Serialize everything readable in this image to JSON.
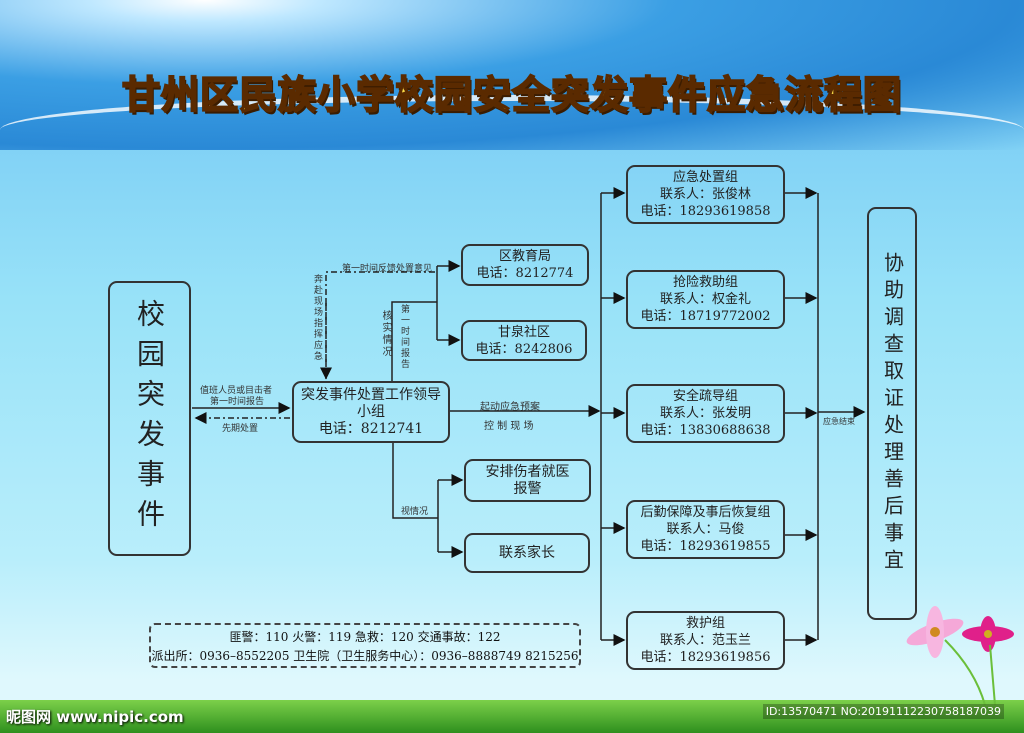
{
  "title": "甘州区民族小学校园安全突发事件应急流程图",
  "event_box": "校园突发事件",
  "leader": {
    "line1": "突发事件处置工作领导",
    "line2": "小组",
    "phone": "电话：8212741"
  },
  "edu": {
    "name": "区教育局",
    "phone": "电话：8212774"
  },
  "community": {
    "name": "甘泉社区",
    "phone": "电话：8242806"
  },
  "injured": {
    "line1": "安排伤者就医",
    "line2": "报警"
  },
  "parents": "联系家长",
  "groups": [
    {
      "name": "应急处置组",
      "contact": "联系人：张俊林",
      "phone": "电话：18293619858"
    },
    {
      "name": "抢险救助组",
      "contact": "联系人：权金礼",
      "phone": "电话：18719772002"
    },
    {
      "name": "安全疏导组",
      "contact": "联系人：张发明",
      "phone": "电话：13830688638"
    },
    {
      "name": "后勤保障及事后恢复组",
      "contact": "联系人：马俊",
      "phone": "电话：18293619855"
    },
    {
      "name": "救护组",
      "contact": "联系人：范玉兰",
      "phone": "电话：18293619856"
    }
  ],
  "final_box": "协助调查取证处理善后事宜",
  "labels": {
    "report1": "值班人员或目击者",
    "report2": "第一时间报告",
    "prelim": "先期处置",
    "feedback": "第一时间反馈处置意见",
    "rush": "奔赴现场指挥应急",
    "verify": "核实情况",
    "first_report": "第一时间报告",
    "start_plan": "起动应急预案",
    "control": "控 制 现 场",
    "depends": "视情况",
    "end": "应急结束"
  },
  "hotline": {
    "line1": "匪警：110  火警：119  急救：120  交通事故：122",
    "line2": "派出所：0936–8552205 卫生院（卫生服务中心）：0936–8888749  8215256"
  },
  "watermark": "昵图网 www.nipic.com",
  "image_id": "ID:13570471 NO:20191112230758187039"
}
